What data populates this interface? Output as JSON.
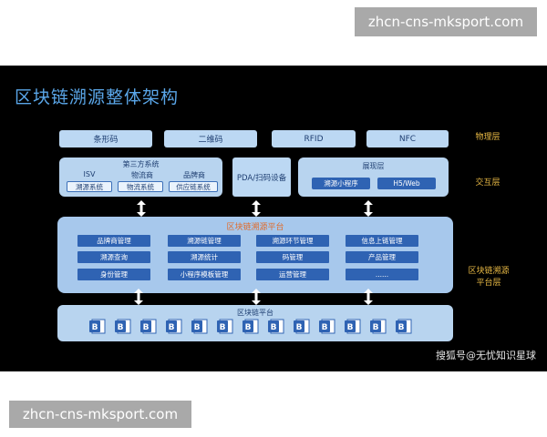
{
  "watermark": "zhcn-cns-mksport.com",
  "title": "区块链溯源整体架构",
  "physical": {
    "items": [
      "条形码",
      "二维码",
      "RFID",
      "NFC"
    ],
    "label": "物理层"
  },
  "interaction": {
    "third_party": {
      "title": "第三方系统",
      "columns": [
        {
          "name": "ISV",
          "chip": "溯源系统"
        },
        {
          "name": "物流商",
          "chip": "物流系统"
        },
        {
          "name": "品牌商",
          "chip": "供应链系统"
        }
      ]
    },
    "pda": "PDA/扫码设备",
    "display": {
      "title": "展现层",
      "chips": [
        "溯源小程序",
        "H5/Web"
      ]
    },
    "label": "交互层"
  },
  "platform": {
    "title": "区块链溯源平台",
    "modules": [
      "品牌商管理",
      "溯源链管理",
      "溯源环节管理",
      "信息上链管理",
      "溯源查询",
      "溯源统计",
      "码管理",
      "产品管理",
      "身份管理",
      "小程序模板管理",
      "运营管理",
      "......"
    ],
    "label_line1": "区块链溯源",
    "label_line2": "平台层"
  },
  "chain": {
    "title": "区块链平台",
    "block_glyph": "B",
    "block_count": 13
  },
  "credit": "搜狐号@无忧知识星球",
  "colors": {
    "background": "#000000",
    "title": "#5aa6e8",
    "box": "#bcd8f3",
    "chip": "#2f63b3",
    "layer_label": "#e7b844",
    "platform_title": "#e06b2b"
  }
}
